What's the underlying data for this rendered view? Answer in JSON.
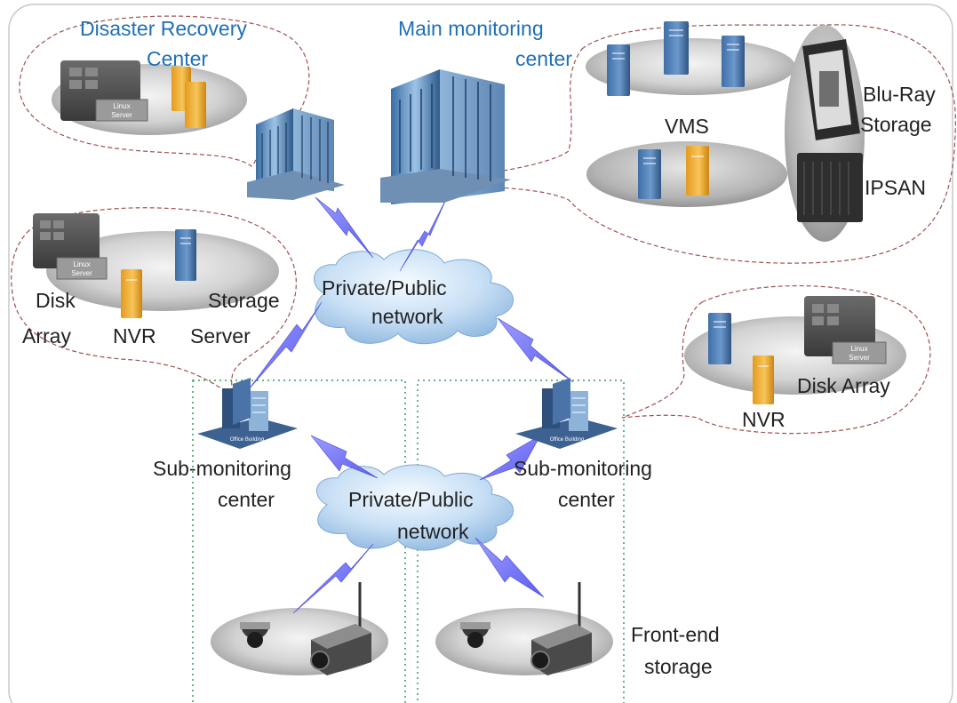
{
  "labels": {
    "disaster_recovery_1": "Disaster Recovery",
    "disaster_recovery_2": "Center",
    "main_monitoring_1": "Main monitoring",
    "main_monitoring_2": "center",
    "vms": "VMS",
    "blu_ray_1": "Blu-Ray",
    "blu_ray_2": "Storage",
    "ipsan": "IPSAN",
    "disk_1": "Disk",
    "disk_2": "Array",
    "nvr_left": "NVR",
    "storage_server_1": "Storage",
    "storage_server_2": "Server",
    "network_top_1": "Private/Public",
    "network_top_2": "network",
    "disk_array_right": "Disk Array",
    "nvr_right": "NVR",
    "sub_left_1": "Sub-monitoring",
    "sub_left_2": "center",
    "sub_right_1": "Sub-monitoring",
    "sub_right_2": "center",
    "network_bottom_1": "Private/Public",
    "network_bottom_2": "network",
    "front_end_1": "Front-end",
    "front_end_2": "storage"
  },
  "server_badge": {
    "line1": "Linux",
    "line2": "Server"
  },
  "building_badge": "Office Building",
  "colors": {
    "label_blue": "#1f6fb5",
    "label_dark": "#222222",
    "lightning": "#7f7fff",
    "cloud": "#bcd9f2",
    "zone_dots": "#2e9e5a",
    "callout_dashes": "#a05050"
  }
}
